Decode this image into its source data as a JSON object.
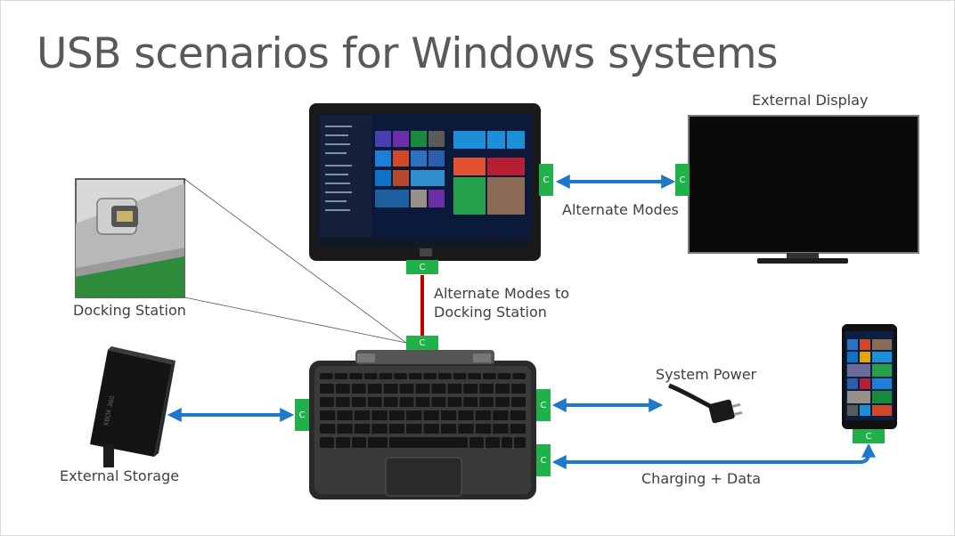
{
  "title": "USB scenarios for Windows systems",
  "labels": {
    "external_display": "External Display",
    "alternate_modes": "Alternate Modes",
    "alternate_modes_to_docking_line1": "Alternate Modes to",
    "alternate_modes_to_docking_line2": "Docking Station",
    "docking_station": "Docking Station",
    "system_power": "System Power",
    "external_storage": "External Storage",
    "charging_data": "Charging + Data"
  },
  "port_label": "C",
  "colors": {
    "port": "#21b14b",
    "arrow": "#1f78c8",
    "dock_link": "#c00000",
    "text": "#404040"
  },
  "devices": [
    "tablet",
    "external-display",
    "keyboard-dock",
    "external-storage",
    "power-adapter",
    "phone",
    "docking-station-closeup"
  ]
}
